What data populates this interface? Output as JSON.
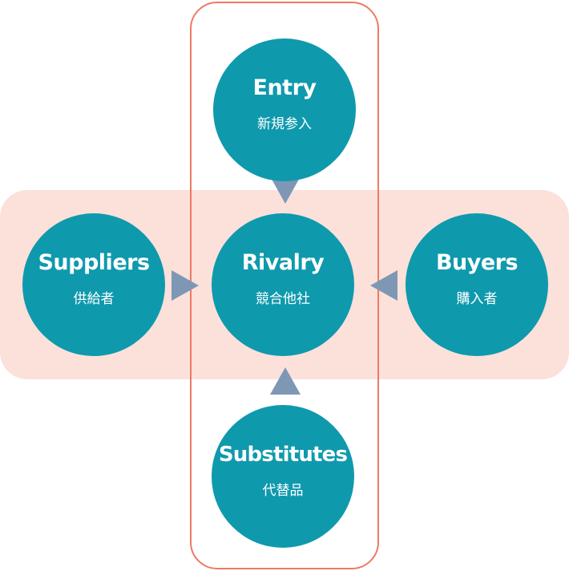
{
  "diagram": {
    "colors": {
      "node_fill": "#0f99ad",
      "node_text": "#ffffff",
      "horizontal_band": "#fbe1da",
      "vertical_band_border": "#ee7a63",
      "arrow": "#7e97b5"
    },
    "nodes": {
      "entry": {
        "en": "Entry",
        "jp": "新規参入"
      },
      "suppliers": {
        "en": "Suppliers",
        "jp": "供給者"
      },
      "rivalry": {
        "en": "Rivalry",
        "jp": "競合他社"
      },
      "buyers": {
        "en": "Buyers",
        "jp": "購入者"
      },
      "substitutes": {
        "en": "Substitutes",
        "jp": "代替品"
      }
    },
    "arrows": [
      {
        "from": "entry",
        "to": "rivalry",
        "direction": "down"
      },
      {
        "from": "suppliers",
        "to": "rivalry",
        "direction": "right"
      },
      {
        "from": "buyers",
        "to": "rivalry",
        "direction": "left"
      },
      {
        "from": "substitutes",
        "to": "rivalry",
        "direction": "up"
      }
    ]
  }
}
